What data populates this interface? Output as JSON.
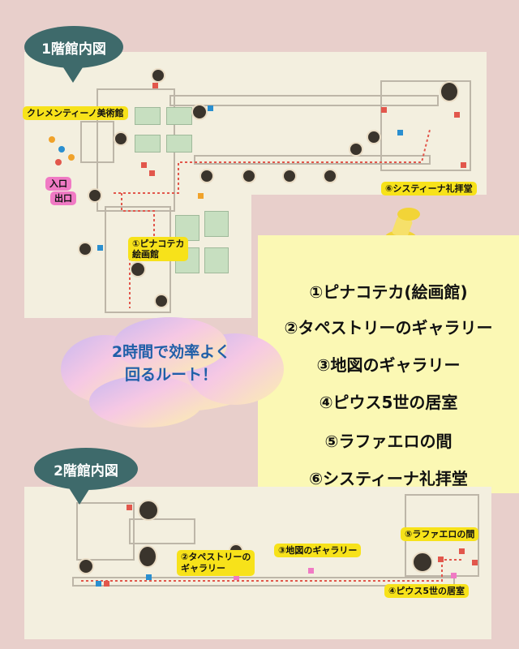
{
  "floor1": {
    "bubble_label": "1階館内図",
    "labels": {
      "clementino": "クレメンティーノ美術館",
      "entrance": "入口",
      "exit": "出口",
      "pinacoteca_line1": "①ピナコテカ",
      "pinacoteca_line2": "絵画館",
      "sistine": "⑥システィーナ礼拝堂"
    }
  },
  "floor2": {
    "bubble_label": "2階館内図",
    "labels": {
      "tapestry_line1": "②タペストリーの",
      "tapestry_line2": "ギャラリー",
      "maps": "③地図のギャラリー",
      "raphael": "⑤ラファエロの間",
      "pius": "④ピウス5世の居室"
    }
  },
  "catchphrase": {
    "line1": "2時間で効率よく",
    "line2": "回るルート！"
  },
  "route_list": [
    "①ピナコテカ(絵画館)",
    "②タペストリーのギャラリー",
    "③地図のギャラリー",
    "④ピウス5世の居室",
    "⑤ラファエロの間",
    "⑥システィーナ礼拝堂"
  ],
  "colors": {
    "background": "#e8cfcb",
    "map_panel": "#f3efdf",
    "bubble": "#3e6a6b",
    "label_yellow": "#f7e21a",
    "label_pink": "#f07ac4",
    "list_panel": "#fbf8b4",
    "catchphrase_text": "#1f5fa8",
    "route_line": "#e2574c"
  }
}
